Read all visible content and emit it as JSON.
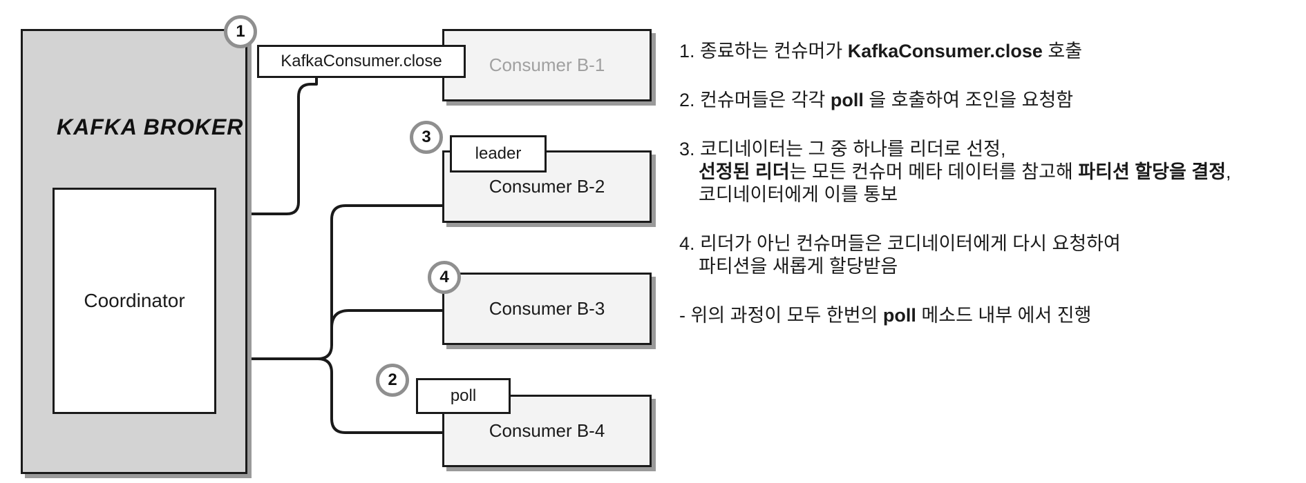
{
  "broker": {
    "title": "KAFKA  BROKER",
    "coordinator_label": "Coordinator"
  },
  "consumers": [
    {
      "label": "Consumer B-1",
      "tag": "KafkaConsumer.close",
      "badge": "1"
    },
    {
      "label": "Consumer B-2",
      "tag": "leader",
      "badge": "3"
    },
    {
      "label": "Consumer B-3",
      "tag": "",
      "badge": "4"
    },
    {
      "label": "Consumer B-4",
      "tag": "poll",
      "badge": "2"
    }
  ],
  "notes": {
    "n1": {
      "prefix": "1. 종료하는 컨슈머가 ",
      "emph": "KafkaConsumer.close",
      "suffix": " 호출"
    },
    "n2": {
      "prefix": "2. 컨슈머들은 각각 ",
      "emph": "poll",
      "suffix": " 을 호출하여 조인을 요청함"
    },
    "n3": {
      "line1": "3. 코디네이터는 그 중 하나를 리더로 선정,",
      "line2_bold1": "선정된 리더",
      "line2_mid": "는 모든 컨슈머 메타 데이터를 참고해 ",
      "line2_bold2": "파티션 할당을 결정",
      "line2_end": ",",
      "line3": "코디네이터에게 이를 통보"
    },
    "n4": {
      "line1": "4. 리더가 아닌 컨슈머들은 코디네이터에게 다시 요청하여",
      "line2": "파티션을 새롭게 할당받음"
    },
    "n5": {
      "prefix": "- 위의 과정이 모두 한번의 ",
      "emph": "poll",
      "suffix": " 메소드 내부 에서 진행"
    }
  },
  "colors": {
    "broker_fill": "#d3d3d3",
    "box_border": "#1a1a1a",
    "shadow": "#9a9a9a",
    "badge_ring": "#8f8f8f",
    "faded_text": "#a0a0a0"
  }
}
